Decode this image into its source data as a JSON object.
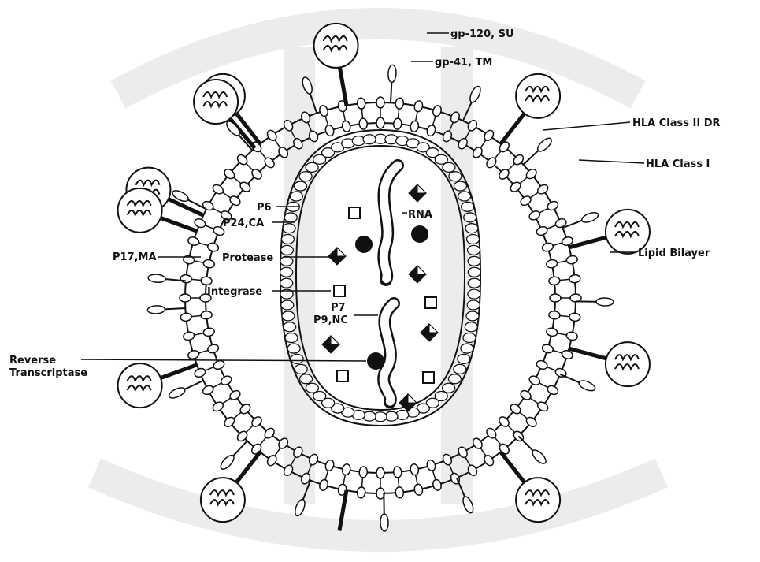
{
  "labels": {
    "gp120": "gp-120, SU",
    "gp41": "gp-41, TM",
    "hla2": "HLA Class II DR",
    "hla1": "HLA Class I",
    "lipid": "Lipid Bilayer",
    "p6": "P6",
    "p24": "P24,CA",
    "p17": "P17,MA",
    "protease": "Protease",
    "integrase": "Integrase",
    "rna": "RNA",
    "p7": "P7",
    "p9": "P9,NC",
    "rt_line1": "Reverse",
    "rt_line2": "Transcriptase"
  },
  "colors": {
    "ink": "#111111",
    "watermark": "#e6e6e6",
    "background": "#ffffff"
  }
}
